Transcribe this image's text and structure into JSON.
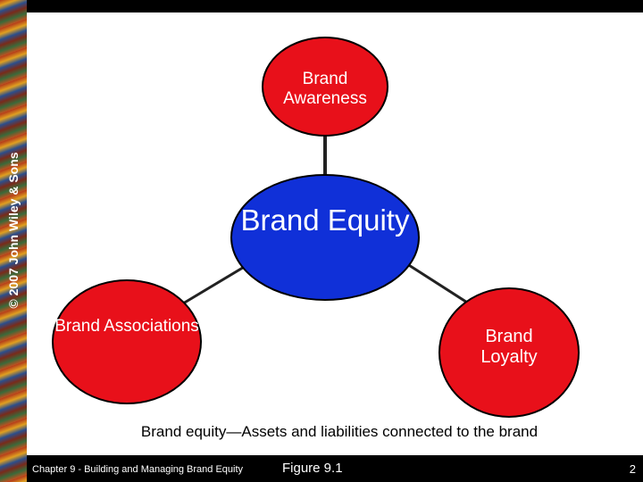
{
  "side_copyright": "© 2007 John Wiley & Sons",
  "nodes": {
    "awareness": "Brand Awareness",
    "equity": "Brand Equity",
    "associations": "Brand Associations",
    "loyalty": "Brand Loyalty"
  },
  "caption": "Brand equity—Assets and liabilities connected to the brand",
  "footer": {
    "chapter": "Chapter 9 - Building and Managing Brand Equity",
    "figure": "Figure 9.1",
    "page": "2"
  },
  "colors": {
    "outer_node": "#e8101a",
    "center_node": "#1030d8",
    "node_border": "#000000",
    "connector": "#222222"
  }
}
